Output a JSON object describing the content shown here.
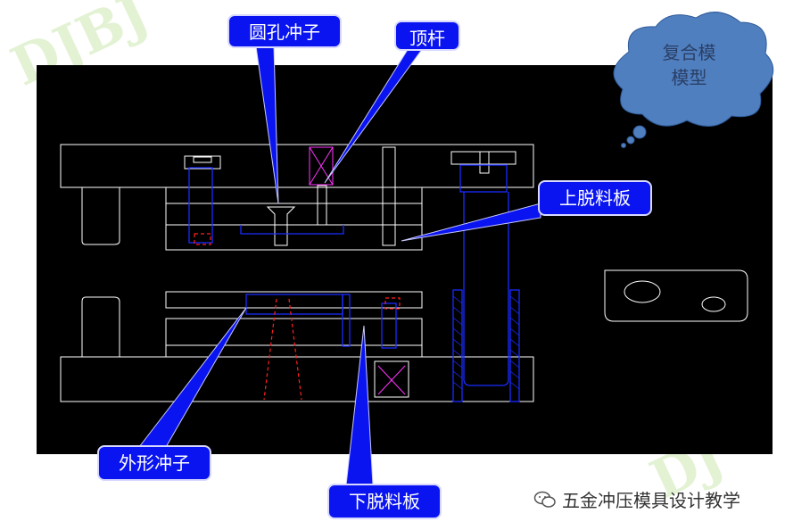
{
  "watermark": {
    "text": "DJBJ"
  },
  "callouts": {
    "round_hole_punch": "圆孔冲子",
    "ejector_rod": "顶杆",
    "upper_stripper_plate": "上脱料板",
    "outline_punch": "外形冲子",
    "lower_stripper_plate": "下脱料板"
  },
  "cloud": {
    "line1": "复合模",
    "line2": "模型"
  },
  "footer": {
    "text": "五金冲压模具设计教学",
    "icon": "wechat-icon"
  },
  "colors": {
    "panel": "#000000",
    "callout_bg": "#0a14f0",
    "cloud_fill": "#4f7fbf",
    "die_lines": "#ffffff",
    "blue_lines": "#1a2cff",
    "red_lines": "#ff2020",
    "magenta_lines": "#ff33ff"
  }
}
